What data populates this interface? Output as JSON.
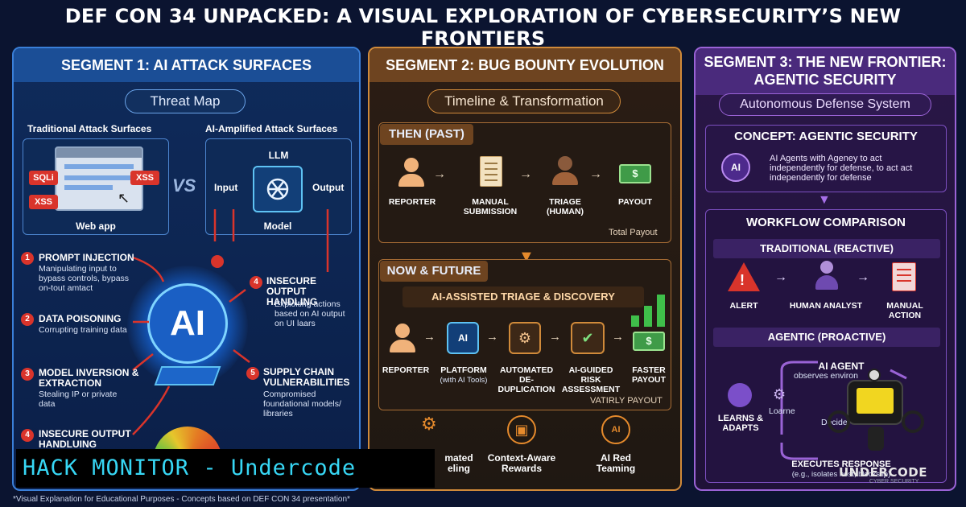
{
  "title": "DEF CON 34 UNPACKED: A VISUAL EXPLORATION OF CYBERSECURITY’S NEW FRONTIERS",
  "colors": {
    "seg1": "#3a7fd8",
    "seg2": "#d08a3a",
    "seg3": "#9a63d6",
    "danger": "#d9342b",
    "accent": "#37d7f5"
  },
  "seg1": {
    "heading": "SEGMENT 1: AI ATTACK SURFACES",
    "pill": "Threat Map",
    "trad_label": "Traditional Attack Surfaces",
    "ai_label": "AI-Amplified Attack Surfaces",
    "sqli": "SQLi",
    "xss_right": "XSS",
    "xss_left": "XSS",
    "webapp": "Web app",
    "vs": "VS",
    "llm": "LLM",
    "input": "Input",
    "output": "Output",
    "model": "Model",
    "core": "AI",
    "items": [
      {
        "n": "1",
        "title": "PROMPT INJECTION",
        "desc": "Manipulating input to bypass controls, bypass on-tout amtact"
      },
      {
        "n": "2",
        "title": "DATA POISONING",
        "desc": "Corrupting training data"
      },
      {
        "n": "3",
        "title": "MODEL INVERSION & EXTRACTION",
        "desc": "Stealing IP or private data"
      },
      {
        "n": "4",
        "title": "INSECURE OUTPUT HANDLUING",
        "desc": ""
      },
      {
        "n": "4",
        "title": "INSECURE OUTPUT HANDLING",
        "desc": "Exploiting actions based on AI output on UI laars"
      },
      {
        "n": "5",
        "title": "SUPPLY CHAIN VULNERABILITIES",
        "desc": "Compromised foundational models/ libraries"
      }
    ]
  },
  "seg2": {
    "heading": "SEGMENT 2: BUG BOUNTY EVOLUTION",
    "pill": "Timeline & Transformation",
    "then_label": "THEN (PAST)",
    "then_steps": [
      "REPORTER",
      "MANUAL SUBMISSION",
      "TRIAGE (HUMAN)",
      "PAYOUT"
    ],
    "total_payout": "Total Payout",
    "now_label": "NOW & FUTURE",
    "now_sub": "AI-ASSISTED TRIAGE & DISCOVERY",
    "now_steps": [
      "REPORTER",
      "PLATFORM",
      "AUTOMATED DE-DUPLICATION",
      "AI-GUIDED RISK ASSESSMENT",
      "FASTER PAYOUT"
    ],
    "platform_sub": "(with AI Tools)",
    "vatirly": "VATIRLY PAYOUT",
    "bottom": [
      "mated eling",
      "Context-Aware Rewards",
      "AI Red Teaming"
    ],
    "ai_chip": "AI"
  },
  "seg3": {
    "heading_line1": "SEGMENT 3: THE NEW FRONTIER:",
    "heading_line2": "AGENTIC SECURITY",
    "pill": "Autonomous Defense System",
    "concept_title": "CONCEPT: AGENTIC SECURITY",
    "concept_text": "AI Agents with Ageney to act independently for defense, to act act independently for defense",
    "concept_chip": "AI",
    "workflow_title": "WORKFLOW COMPARISON",
    "trad_title": "TRADITIONAL (REACTIVE)",
    "trad_steps": [
      "ALERT",
      "HUMAN ANALYST",
      "MANUAL ACTION"
    ],
    "agentic_title": "AGENTIC (PROACTIVE)",
    "agent_label": "AI AGENT",
    "agent_sub": "observes environ",
    "learns": "LEARNS & ADAPTS",
    "loop_learn": "Loarne",
    "loop_decide": "Decide",
    "executes": "EXECUTES RESPONSE",
    "executes_sub": "(e.g., isolates host, blocks ip)",
    "watermark": "UNDERCODE",
    "watermark_sub": "CYBER SECURITY"
  },
  "banner": "HACK MONITOR - Undercode",
  "footnote": "*Visual Explanation for Educational Purposes - Concepts based on DEF CON 34 presentation*"
}
